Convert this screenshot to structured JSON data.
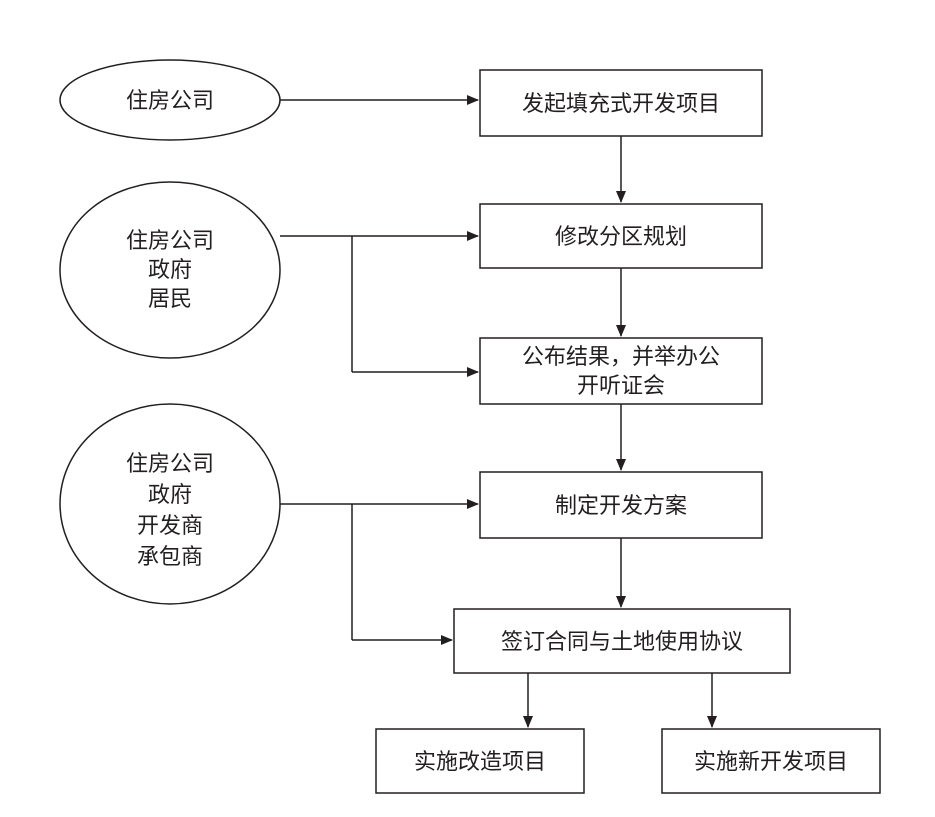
{
  "actors": [
    {
      "lines": [
        "住房公司"
      ]
    },
    {
      "lines": [
        "住房公司",
        "政府",
        "居民"
      ]
    },
    {
      "lines": [
        "住房公司",
        "政府",
        "开发商",
        "承包商"
      ]
    }
  ],
  "steps": [
    {
      "lines": [
        "发起填充式开发项目"
      ]
    },
    {
      "lines": [
        "修改分区规划"
      ]
    },
    {
      "lines": [
        "公布结果，并举办公",
        "开听证会"
      ]
    },
    {
      "lines": [
        "制定开发方案"
      ]
    },
    {
      "lines": [
        "签订合同与土地使用协议"
      ]
    },
    {
      "lines": [
        "实施改造项目"
      ]
    },
    {
      "lines": [
        "实施新开发项目"
      ]
    }
  ],
  "colors": {
    "stroke": "#231f20",
    "background": "#ffffff",
    "text": "#231f20"
  }
}
